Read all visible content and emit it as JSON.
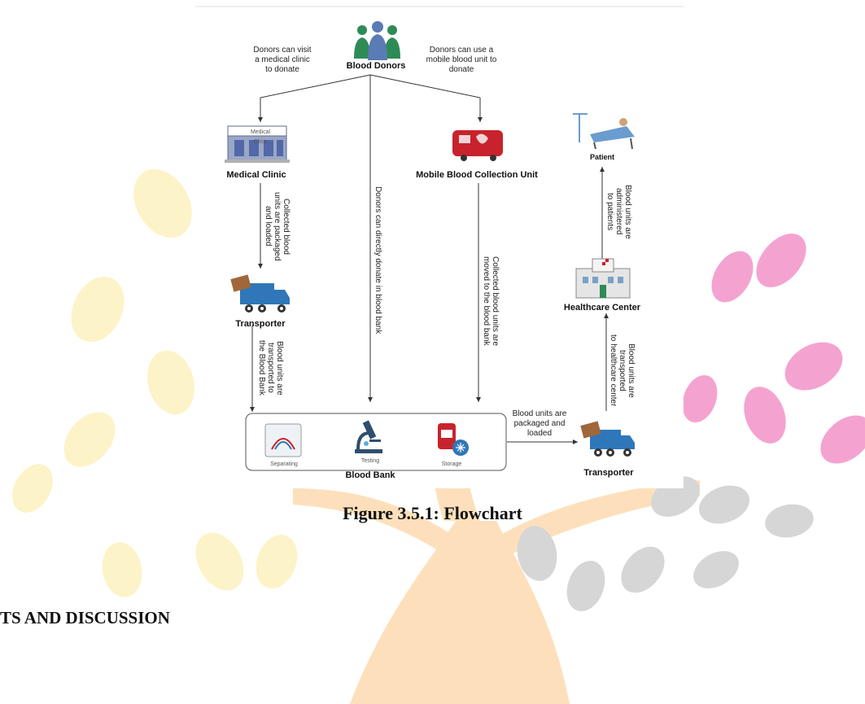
{
  "caption": "Figure 3.5.1: Flowchart",
  "section_heading": "TS AND DISCUSSION",
  "flowchart": {
    "nodes": {
      "donors": "Blood Donors",
      "clinic": "Medical Clinic",
      "clinic_sign": "Medical Clinic",
      "mobile_unit": "Mobile Blood Collection Unit",
      "transporter_left": "Transporter",
      "transporter_right": "Transporter",
      "blood_bank": "Blood Bank",
      "healthcare": "Healthcare Center",
      "patient": "Patient",
      "separating": "Separating",
      "testing": "Testing",
      "storage": "Storage"
    },
    "edges": {
      "to_clinic": [
        "Donors can visit",
        "a medical clinic",
        "to donate"
      ],
      "to_mobile": [
        "Donors can use a",
        "mobile blood unit to",
        "donate"
      ],
      "direct": "Donors can directly donate in blood bank",
      "clinic_to_transporter": [
        "Collected blood",
        "units are packaged",
        "and loaded"
      ],
      "transporter_to_bank": [
        "Blood units are",
        "transported to",
        "the Blood Bank"
      ],
      "mobile_to_bank": [
        "Collected blood units are",
        "moved to the blood bank"
      ],
      "bank_to_transporter": [
        "Blood units are",
        "packaged and",
        "loaded"
      ],
      "transporter_to_healthcare": [
        "Blood units are",
        "transported",
        "to healthcare center"
      ],
      "healthcare_to_patient": [
        "Blood units are",
        "administered",
        "to patients"
      ]
    }
  },
  "colors": {
    "leaf_yellow": "#fdf3c8",
    "trunk_orange": "#fde0bb",
    "leaf_pink": "#f4a3d0",
    "leaf_grey": "#cfcfcf",
    "arrow": "#333333",
    "truck_blue": "#2f77b8",
    "bus_red": "#c8232c",
    "donor_green": "#2e8b57"
  }
}
